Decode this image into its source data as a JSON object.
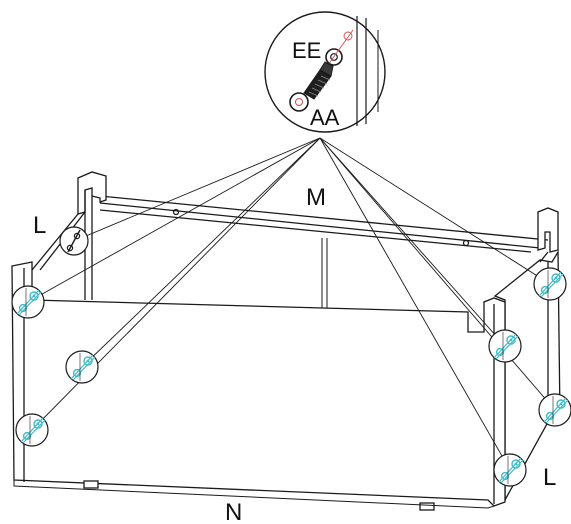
{
  "labels": {
    "part_M": "M",
    "part_L_left": "L",
    "part_L_right": "L",
    "part_N": "N",
    "hardware_EE": "EE",
    "hardware_AA": "AA"
  },
  "colors": {
    "line": "#1a1a1a",
    "fastener": "#3fbcc8",
    "callout_fill": "#ffffff"
  },
  "icons": {
    "fastener": "screw-with-cam-dowel-icon"
  }
}
